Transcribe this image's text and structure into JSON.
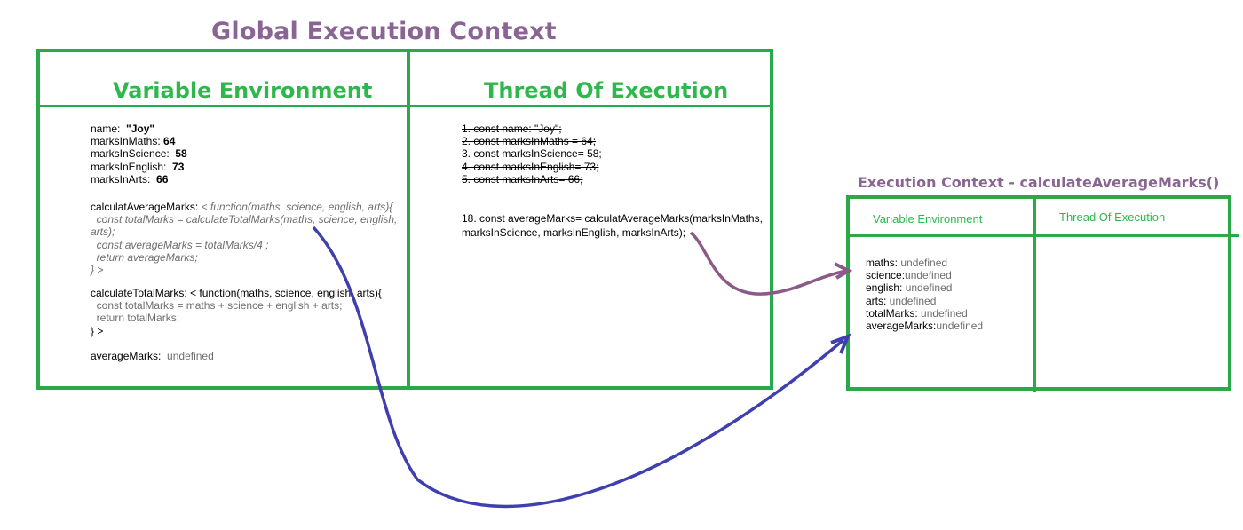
{
  "global": {
    "title": "Global Execution Context",
    "variable_env_header": "Variable Environment",
    "thread_header": "Thread Of Execution",
    "vars": [
      {
        "name": "name:",
        "value": "\"Joy\""
      },
      {
        "name": "marksInMaths:",
        "value": "64"
      },
      {
        "name": "marksInScience:",
        "value": "58"
      },
      {
        "name": "marksInEnglish:",
        "value": "73"
      },
      {
        "name": "marksInArts:",
        "value": "66"
      }
    ],
    "calc_avg": {
      "label": "calculatAverageMarks:",
      "lines": [
        "< function(maths, science, english, arts){",
        "const totalMarks = calculateTotalMarks(maths, science, english,",
        "arts);",
        "const averageMarks =  totalMarks/4 ;",
        "return averageMarks;",
        "} >"
      ]
    },
    "calc_total": {
      "label": "calculateTotalMarks:",
      "lines": [
        "< function(maths, science, english, arts){",
        "const totalMarks = maths + science + english + arts;",
        "return totalMarks;",
        "} >"
      ]
    },
    "average_marks": {
      "name": "averageMarks:",
      "value": "undefined"
    },
    "thread_done": [
      "1. const name: \"Joy\";",
      "2. const marksInMaths = 64;",
      "3. const marksInScience= 58;",
      "4. const marksInEnglish= 73;",
      "5. const marksInArts= 66;"
    ],
    "thread_current": [
      "18. const averageMarks= calculatAverageMarks(marksInMaths,",
      "marksInScience, marksInEnglish, marksInArts);"
    ]
  },
  "function_ctx": {
    "title": "Execution Context - calculateAverageMarks()",
    "variable_env_header": "Variable Environment",
    "thread_header": "Thread Of Execution",
    "vars": [
      {
        "name": "maths:",
        "value": " undefined"
      },
      {
        "name": "science:",
        "value": "undefined"
      },
      {
        "name": "english:",
        "value": " undefined"
      },
      {
        "name": "arts:",
        "value": " undefined"
      },
      {
        "name": "totalMarks:",
        "value": " undefined"
      },
      {
        "name": "averageMarks:",
        "value": "undefined"
      }
    ]
  },
  "colors": {
    "title": "#8a6492",
    "box_line": "#2aa84a",
    "header_text": "#2eb84b",
    "arrow_blue": "#3f3fb0",
    "arrow_purple": "#8a5a88"
  }
}
